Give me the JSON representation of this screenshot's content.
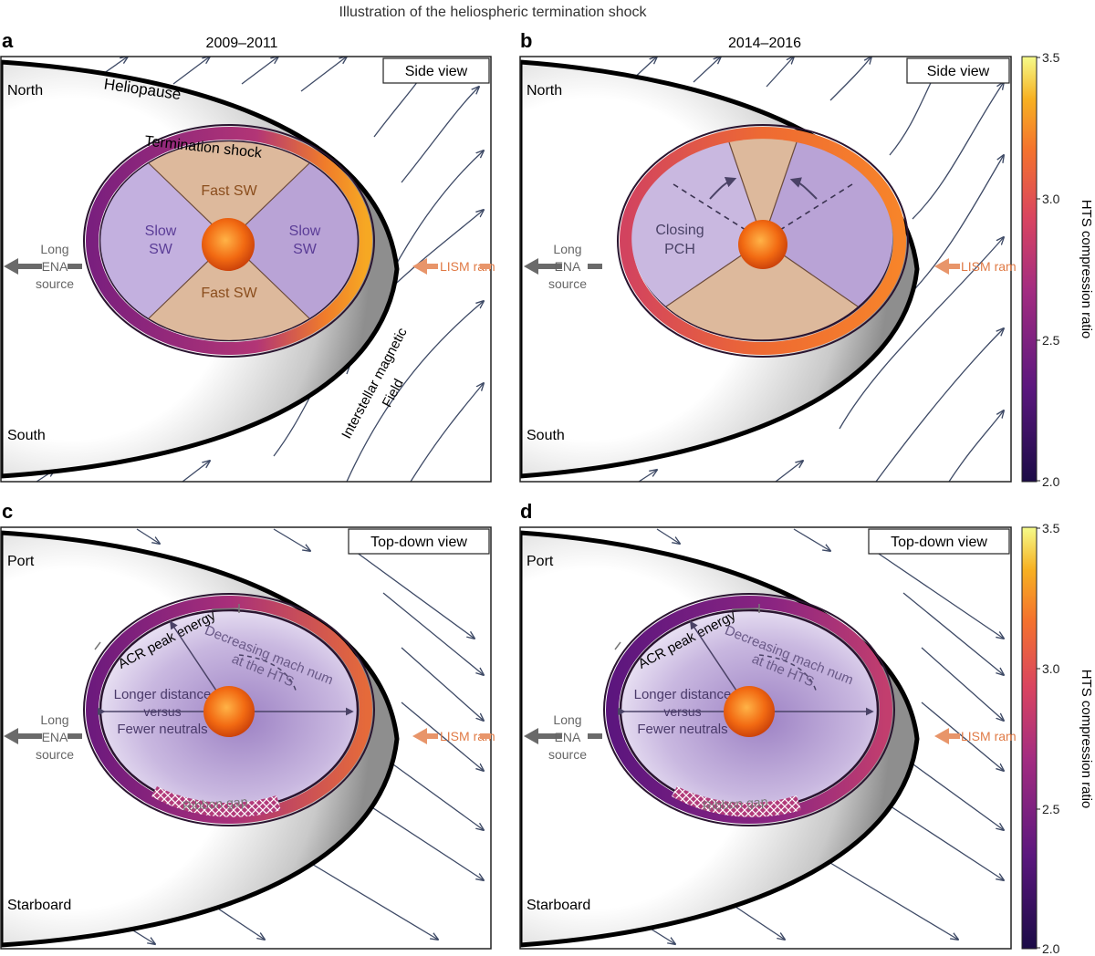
{
  "figure": {
    "title": "Illustration of the heliospheric termination shock"
  },
  "panels": [
    {
      "letter": "a",
      "period": "2009–2011",
      "view": "Side view",
      "top_region": "North",
      "bottom_region": "South",
      "heliopause_label": "Heliopause",
      "shock_label": "Termination shock",
      "fast_wind": "Fast SW",
      "slow_wind": [
        "Slow",
        "SW"
      ],
      "field_label": [
        "Interstellar magnetic",
        "Field"
      ],
      "left_source": [
        "Long",
        "ENA",
        "source"
      ],
      "ram_label": "LISM ram"
    },
    {
      "letter": "b",
      "period": "2014–2016",
      "view": "Side view",
      "top_region": "North",
      "bottom_region": "South",
      "closing_label": [
        "Closing",
        "PCH"
      ],
      "left_source": [
        "Long",
        "ENA",
        "source"
      ],
      "ram_label": "LISM ram"
    },
    {
      "letter": "c",
      "view": "Top-down view",
      "top_region": "Port",
      "bottom_region": "Starboard",
      "acr_label": "ACR peak energy",
      "mach_label": [
        "Decreasing mach num",
        "at the HTS"
      ],
      "distance_label": [
        "Longer distance",
        "versus",
        "Fewer neutrals"
      ],
      "gap_label": "Ribbon gap",
      "left_source": [
        "Long",
        "ENA",
        "source"
      ],
      "ram_label": "LISM ram"
    },
    {
      "letter": "d",
      "view": "Top-down view",
      "top_region": "Port",
      "bottom_region": "Starboard",
      "acr_label": "ACR peak energy",
      "mach_label": [
        "Decreasing mach num",
        "at the HTS"
      ],
      "distance_label": [
        "Longer distance",
        "versus",
        "Fewer neutrals"
      ],
      "gap_label": "Ribbon gap",
      "left_source": [
        "Long",
        "ENA",
        "source"
      ],
      "ram_label": "LISM ram"
    }
  ],
  "colorbar": {
    "label": "HTS compression ratio",
    "range": [
      2.0,
      3.5
    ],
    "ticks": [
      "3.5",
      "3.0",
      "2.5",
      "2.0"
    ]
  },
  "colors": {
    "fast_sw_fill": "#ddb99c",
    "slow_sw_fill": "#b9a3d6",
    "slow_sw_text": "#5b3d97",
    "fast_sw_text": "#8a4d1c",
    "ram_arrow": "#e8956a",
    "ena_arrow": "#6a6a6a",
    "field_lines": "#3e4a66"
  }
}
